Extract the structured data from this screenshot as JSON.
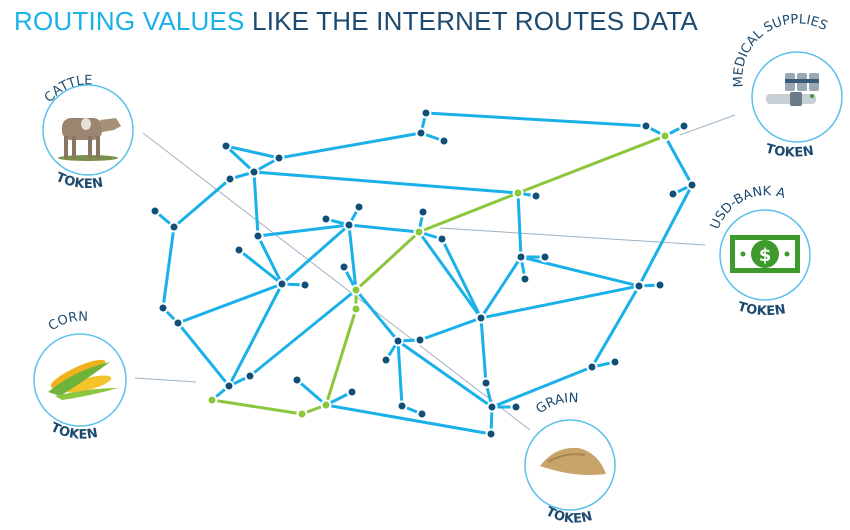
{
  "title": {
    "highlight": "ROUTING VALUES",
    "rest": "LIKE THE INTERNET ROUTES DATA"
  },
  "colors": {
    "title_highlight": "#1ab0e8",
    "title_rest": "#1d4a6e",
    "link": "#1ab0e8",
    "route": "#8cc63f",
    "node": "#0f4f78",
    "route_node": "#8cc63f",
    "circle": "#5bc0eb",
    "connector": "#9fb3c4"
  },
  "tokens": [
    {
      "name": "CATTLE",
      "suffix": "TOKEN",
      "icon": "cow-icon"
    },
    {
      "name": "MEDICAL SUPPLIES",
      "suffix": "TOKEN",
      "icon": "vials-icon"
    },
    {
      "name": "USD-BANK A",
      "suffix": "TOKEN",
      "icon": "dollar-bill-icon"
    },
    {
      "name": "CORN",
      "suffix": "TOKEN",
      "icon": "corn-icon"
    },
    {
      "name": "GRAIN",
      "suffix": "TOKEN",
      "icon": "grain-pile-icon"
    }
  ]
}
